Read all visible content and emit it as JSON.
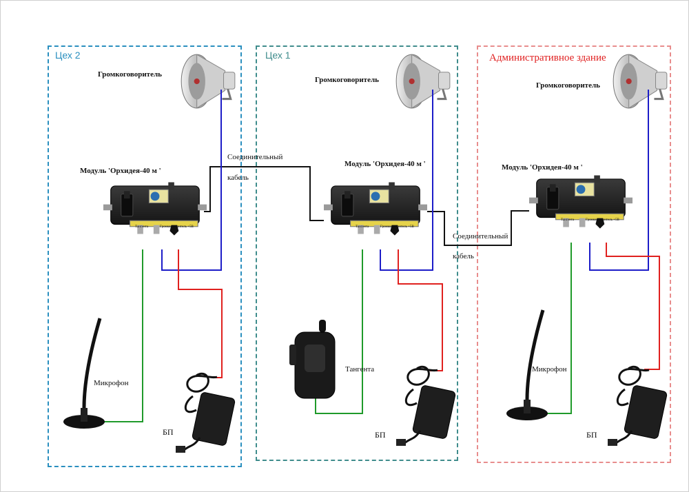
{
  "zones": [
    {
      "label": "Цех 2",
      "color": "#2a8fbf"
    },
    {
      "label": "Цех 1",
      "color": "#3f8c8c"
    },
    {
      "label": "Административное здание",
      "color": "#e05a5a"
    }
  ],
  "labels": {
    "loudspeaker": "Громкоговоритель",
    "module": "Модуль 'Орхидея-40 м '",
    "cable_line1": "Соединительный",
    "cable_line2": "кабель",
    "microphone": "Микрофон",
    "handset": "Тангента",
    "power_supply": "БП"
  },
  "module_panel": {
    "left_text": "Тангента",
    "right_text": "Громкоговоритель +5В"
  },
  "wire_colors": {
    "audio": "#1f9a2a",
    "speaker": "#1c1cc8",
    "power": "#e0201e",
    "cable": "#111111"
  }
}
